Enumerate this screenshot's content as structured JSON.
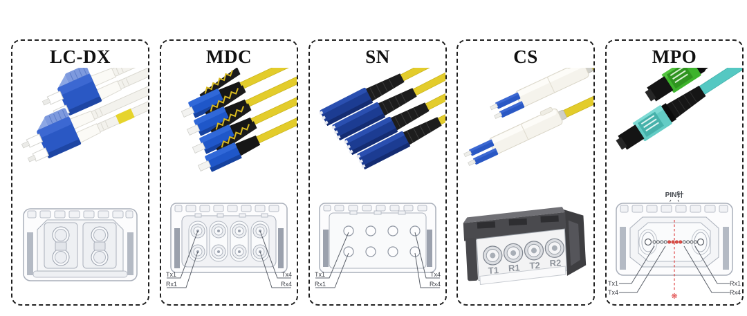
{
  "figure": {
    "background": "#ffffff",
    "panel_border": "#1f1f1f"
  },
  "panels": [
    {
      "title": "LC-DX"
    },
    {
      "title": "MDC",
      "diagram_labels": [
        "Tx1",
        "Rx1",
        "Tx4",
        "Rx4"
      ]
    },
    {
      "title": "SN",
      "diagram_labels": [
        "Tx1",
        "Rx1",
        "Tx4",
        "Rx4"
      ]
    },
    {
      "title": "CS",
      "diagram_labels": [
        "T1",
        "R1",
        "T2",
        "R2"
      ]
    },
    {
      "title": "MPO",
      "pin_label": "PIN针",
      "key_symbol": "❋",
      "diagram_labels": [
        "Tx1",
        "Tx4",
        "Rx1",
        "Rx4"
      ]
    }
  ],
  "colors": {
    "cable_yellow": "#e3cc2b",
    "connector_blue": "#2a58c4",
    "connector_navy": "#1c3c92",
    "mdc_blue": "#1f57c9",
    "mpo_green": "#3db32c",
    "mpo_aqua": "#63ccc5",
    "housing_black": "#161616",
    "body_white": "#f5f3ec",
    "diagram_line": "#a9afba",
    "polarity_red": "#e04848"
  }
}
